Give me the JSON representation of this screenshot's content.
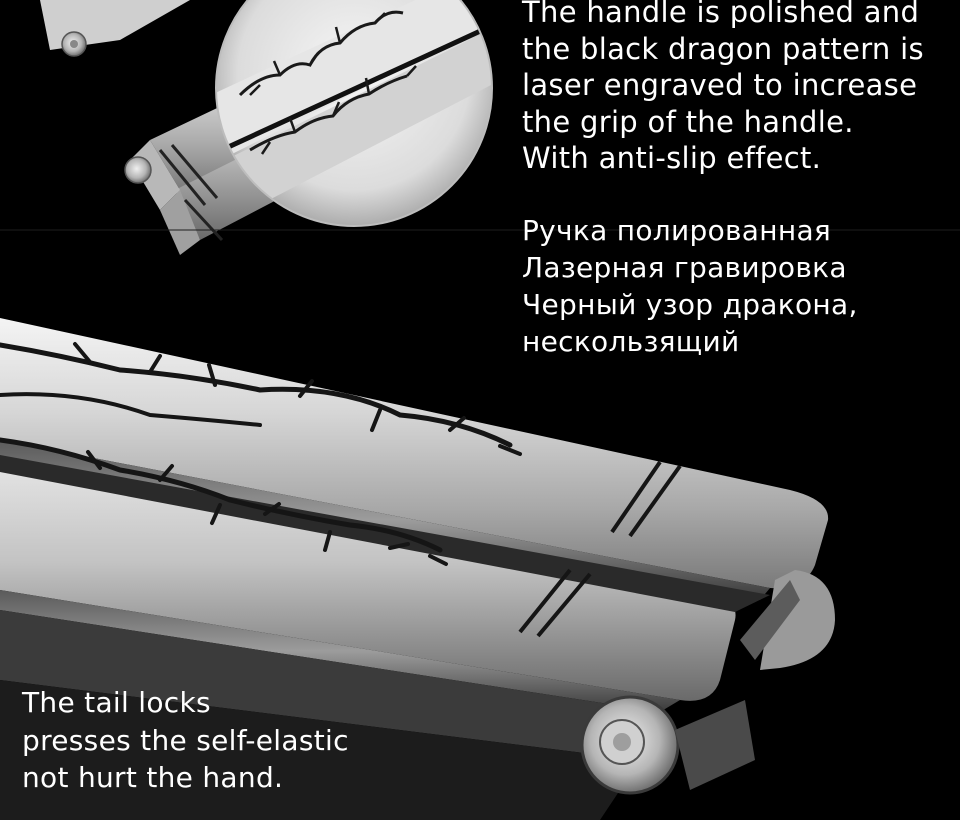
{
  "description_en": {
    "lines": [
      "The handle is polished and",
      "the black dragon pattern is",
      "laser engraved to increase",
      "the grip of the handle.",
      "With anti-slip effect."
    ]
  },
  "description_ru": {
    "lines": [
      "Ручка полированная",
      "Лазерная гравировка",
      "Черный узор дракона,",
      "нескользящий"
    ]
  },
  "tail_note": {
    "lines": [
      "The tail locks",
      "presses the self-elastic",
      "not hurt the hand."
    ]
  },
  "colors": {
    "background": "#000000",
    "text": "#ffffff",
    "metal_light": "#e8e8e8",
    "metal_dark": "#6e6e6e",
    "engraving": "#111111"
  }
}
